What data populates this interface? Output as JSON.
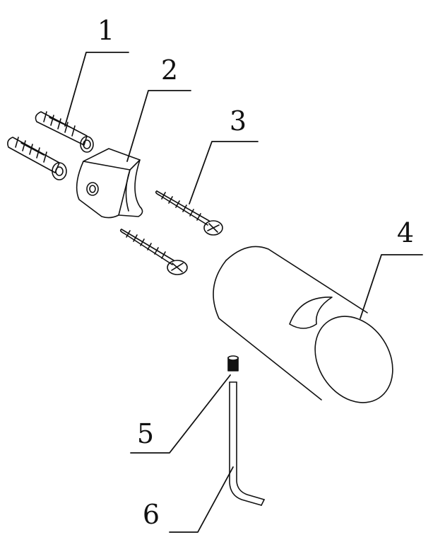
{
  "diagram": {
    "type": "exploded-assembly",
    "callouts": [
      {
        "id": "anchor",
        "label": "1"
      },
      {
        "id": "bracket",
        "label": "2"
      },
      {
        "id": "screw",
        "label": "3"
      },
      {
        "id": "knob",
        "label": "4"
      },
      {
        "id": "set-screw",
        "label": "5"
      },
      {
        "id": "hex-key",
        "label": "6"
      }
    ]
  },
  "colors": {
    "stroke": "#111111",
    "background": "#ffffff"
  }
}
